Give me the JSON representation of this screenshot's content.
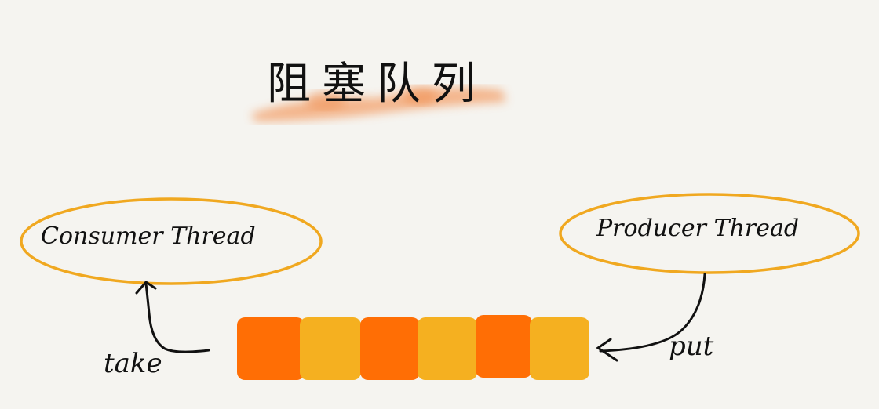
{
  "title": "阻塞队列",
  "colors": {
    "background": "#f5f4f0",
    "ellipse_stroke": "#f0a820",
    "cell_dark": "#ff6e05",
    "cell_light": "#f5b020",
    "highlight": "#f3a06a",
    "ink": "#111111"
  },
  "nodes": {
    "consumer": {
      "label": "Consumer Thread"
    },
    "producer": {
      "label": "Producer Thread"
    }
  },
  "arrows": {
    "take": {
      "label": "take"
    },
    "put": {
      "label": "put"
    }
  },
  "queue": {
    "cells": [
      {
        "color": "dark"
      },
      {
        "color": "light"
      },
      {
        "color": "dark"
      },
      {
        "color": "light"
      },
      {
        "color": "dark"
      },
      {
        "color": "light"
      }
    ]
  }
}
